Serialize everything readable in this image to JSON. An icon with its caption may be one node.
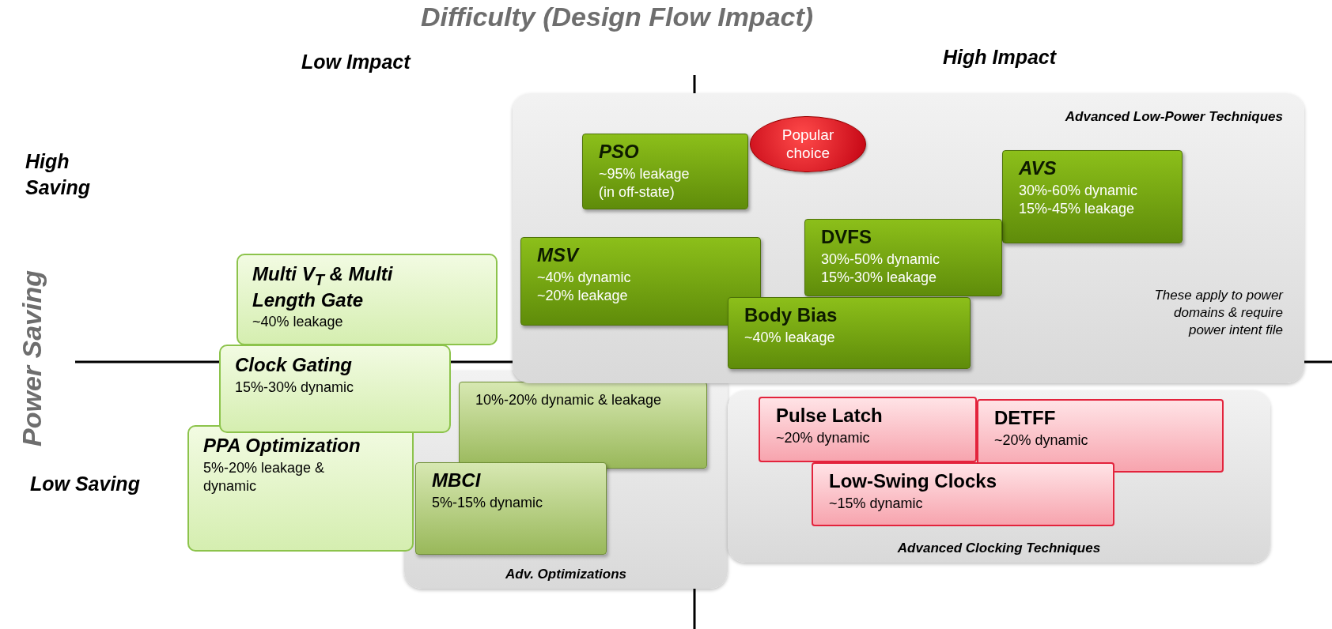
{
  "diagram": {
    "title": "Difficulty (Design Flow Impact)",
    "nodes": [
      {
        "text": [
          "Advanced Low-Power Techniques",
          "These apply to power domains & require power intent file"
        ]
      },
      {
        "text": [
          "PSO",
          "~95% leakage (in off-state)"
        ],
        "in": 0
      },
      {
        "text": [
          "Popular choice"
        ],
        "in": 0
      },
      {
        "text": [
          "AVS",
          "30%-60% dynamic 15%-45% leakage"
        ],
        "in": 0
      },
      {
        "text": [
          "MSV",
          "~40% dynamic ~20% leakage"
        ],
        "in": 0
      },
      {
        "text": [
          "DVFS",
          "30%-50% dynamic 15%-30% leakage"
        ],
        "in": 0
      },
      {
        "text": [
          "Body Bias",
          "~40% leakage"
        ],
        "in": 0
      },
      {
        "text": [
          "Multi V$_{T}$ & Multi Length Gate",
          "~40% leakage"
        ]
      },
      {
        "text": [
          "Clock Gating",
          "15%-30% dynamic"
        ]
      },
      {
        "text": [
          "Adv. Optimizations"
        ]
      },
      {
        "text": [
          "10%-20% dynamic & leakage"
        ],
        "in": 9
      },
      {
        "text": [
          "MBCI",
          "5%-15% dynamic"
        ],
        "in": 9
      },
      {
        "text": [
          "Advanced Clocking Techniques"
        ]
      },
      {
        "text": [
          "Pulse Latch",
          "~20% dynamic"
        ],
        "in": 12
      },
      {
        "text": [
          "DETFF",
          "~20% dynamic"
        ],
        "in": 12
      },
      {
        "text": [
          "Low-Swing Clocks",
          "~15% dynamic"
        ],
        "in": 12
      },
      {
        "text": [
          "PPA Optimization",
          "5%-20% leakage & dynamic"
        ]
      }
    ],
    "edges": [],
    "labels": [
      "Low Impact",
      "High Impact",
      "High Saving",
      "Power Saving",
      "Low Saving"
    ]
  }
}
